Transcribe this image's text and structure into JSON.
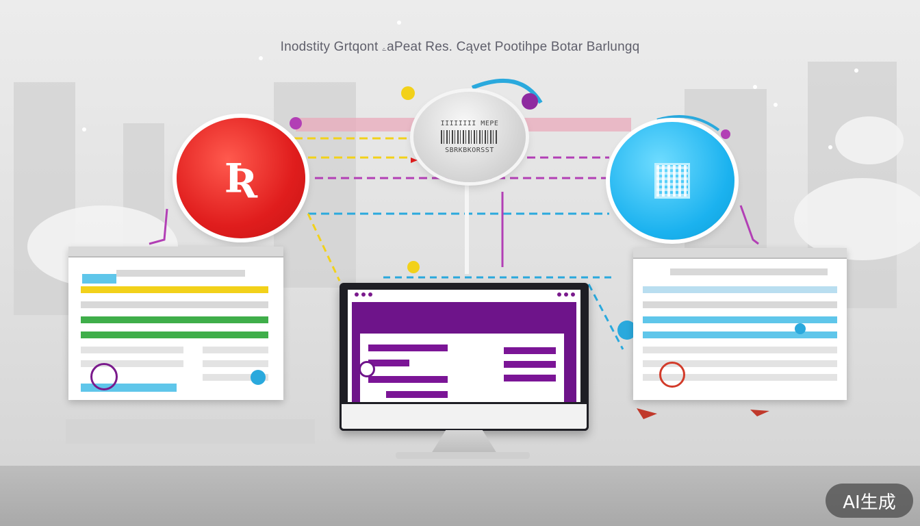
{
  "page": {
    "title": "Inodstity Grtqont ۦaPeat Res. Cąvet Pootihpe Botar Barlungq",
    "watermark": "AI生成"
  },
  "nodes": {
    "red_orb": {
      "logo_text": "Ʀ",
      "color": "#e01d1d"
    },
    "gray_orb": {
      "label_top": "ΙΙΙΙΙΙΙΙ ΜΕΡΕ",
      "label_bottom": "SBRKBKORSST",
      "color": "#d6d6d6"
    },
    "blue_orb": {
      "icon": "qr-code-icon",
      "color": "#1bb2ef"
    }
  },
  "panels": {
    "left": {
      "accent_colors": [
        "#f2d11a",
        "#3fae4a",
        "#5fc6ea"
      ],
      "ring_color": "#7a1a8c"
    },
    "right": {
      "accent_colors": [
        "#5fc6ea",
        "#b9def0"
      ],
      "ring_color": "#d23b2a"
    },
    "monitor": {
      "accent_color": "#6e148a"
    }
  },
  "colors": {
    "connector_yellow": "#f2d11a",
    "connector_purple": "#b23fb5",
    "connector_cyan": "#2aa9dd",
    "connector_pink": "#e08aa6"
  }
}
